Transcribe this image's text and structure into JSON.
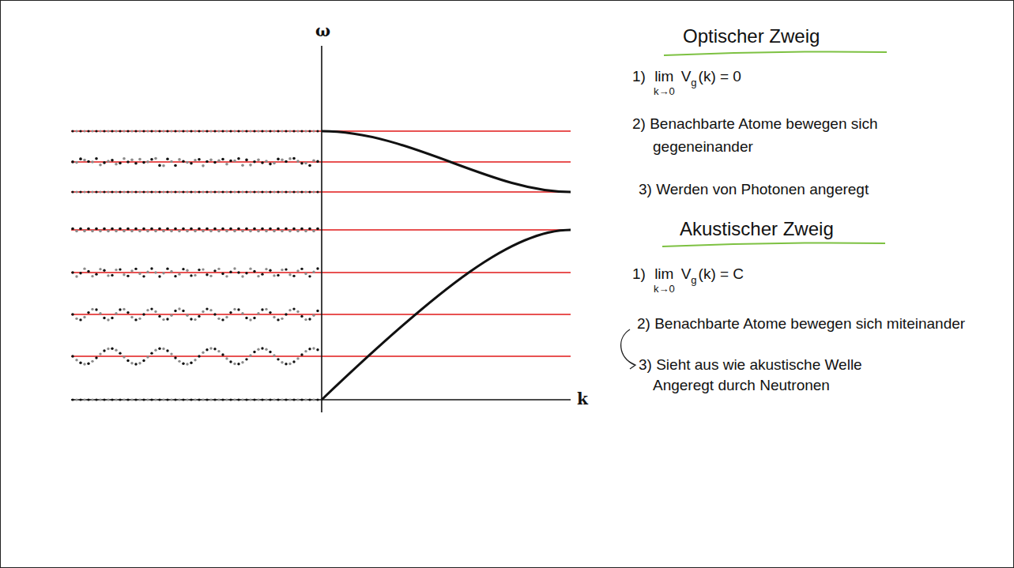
{
  "diagram": {
    "labels": [
      "ω",
      "k",
      "Optischer Zweig",
      "1)",
      "lim",
      "k→0",
      "V",
      "g",
      "(k) = 0",
      "2) Benachbarte Atome bewegen sich gegeneinander",
      "3) Werden von Photonen angeregt",
      "Akustischer Zweig",
      "1)",
      "lim",
      "k→0",
      "V",
      "g",
      "(k) = C",
      "2) Benachbarte Atome bewegen sich miteinander",
      "3) Sieht aus wie akustische Welle",
      "Angeregt durch Neutronen"
    ]
  }
}
